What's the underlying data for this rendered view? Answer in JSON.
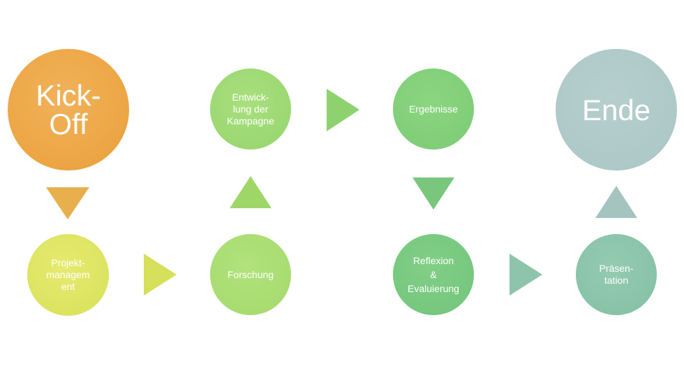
{
  "nodes": {
    "kickoff": "Kick-\nOff",
    "projekt": "Projekt-\nmanagem\nent",
    "forschung": "Forschung",
    "entwicklung": "Entwick-\nlung der\nKampagne",
    "ergebnisse": "Ergebnisse",
    "reflexion": "Reflexion\n&\nEvaluierung",
    "praesentation": "Präsen-\ntation",
    "ende": "Ende"
  },
  "colors": {
    "kickoff": "#eca543",
    "projekt": "#d8e05a",
    "forschung": "#a4d96c",
    "entwicklung": "#96d56d",
    "ergebnisse": "#7bcb74",
    "reflexion": "#72c47d",
    "praesentation": "#83bfa3",
    "ende": "#a9c6c5"
  }
}
